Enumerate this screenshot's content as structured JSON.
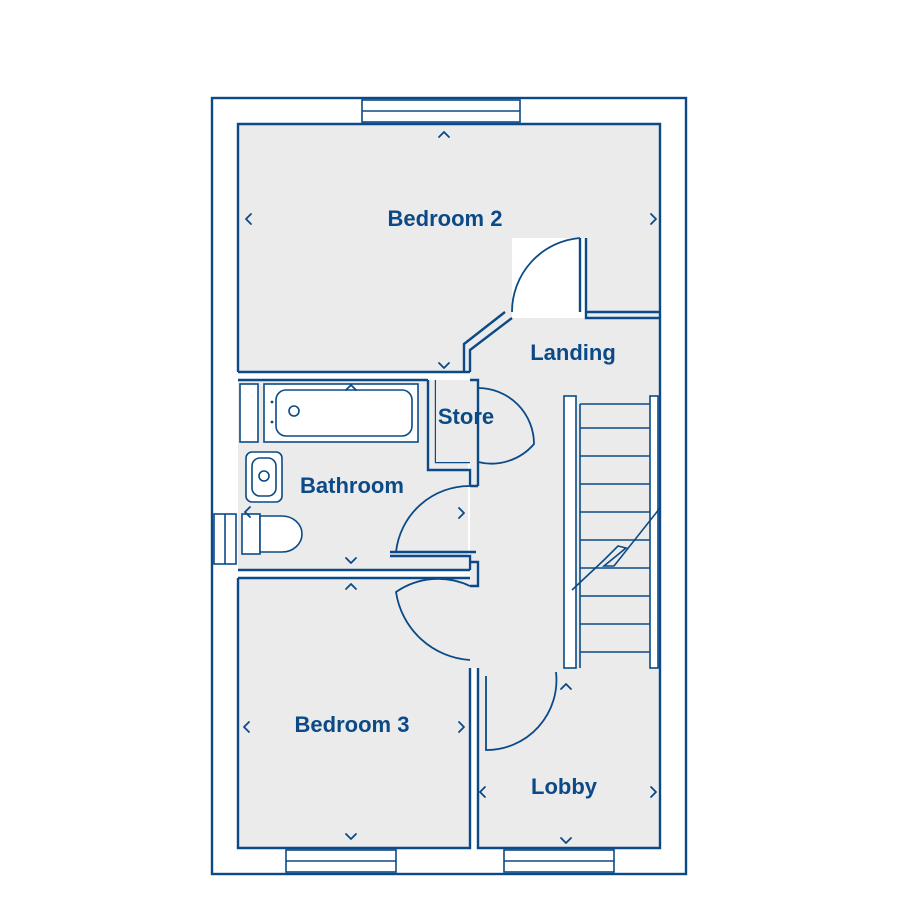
{
  "floorplan": {
    "rooms": [
      {
        "id": "bedroom2",
        "label": "Bedroom 2"
      },
      {
        "id": "landing",
        "label": "Landing"
      },
      {
        "id": "store",
        "label": "Store"
      },
      {
        "id": "bathroom",
        "label": "Bathroom"
      },
      {
        "id": "bedroom3",
        "label": "Bedroom 3"
      },
      {
        "id": "lobby",
        "label": "Lobby"
      }
    ],
    "colors": {
      "line": "#0b4a86",
      "floor": "#ebebeb",
      "background": "#ffffff"
    }
  }
}
